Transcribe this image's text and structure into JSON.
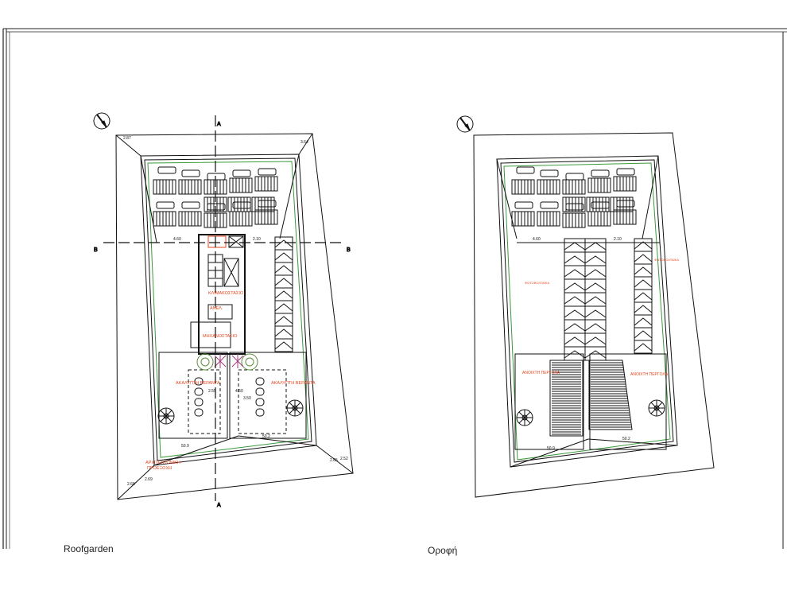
{
  "plans": {
    "left": {
      "caption": "Roofgarden",
      "dims": {
        "top_left": "4.60",
        "top_right": "2.10",
        "bottom_left": "50.9",
        "bottom_right": "50.2",
        "side_a": "2.87",
        "side_b": "3.64",
        "side_c": "2.52",
        "side_d": "2.68",
        "corner_a": "2.69",
        "corner_b": "2.65"
      },
      "labels": {
        "stairs": "ΚΛΙΜΑΚΟΣΤΑΣΙΟ",
        "lift": "ΑΝΕΛ.",
        "machine_room": "ΜΗΧΑΝΟΣΤΑΣΙΟ",
        "terrace_left": "ΑΚΑΛΥΠΤΗ ΒΕΡΑΝΤΑ",
        "terrace_right": "ΑΚΑΛΥΠΤΗ ΒΕΡΑΝΤΑ",
        "setback_a": "ΑΡΧΙΤΕΚΤΟΝΙΚΗ",
        "setback_b": "ΠΡΟΕΞΟΧΗ",
        "inner_dim_a": "3.50",
        "inner_dim_b": "4.50",
        "inner_dim_c": "2.55"
      },
      "section": "A"
    },
    "right": {
      "caption": "Οροφή",
      "dims": {
        "top_left": "4.60",
        "top_right": "2.10",
        "bottom_left": "50.9",
        "bottom_right": "50.2"
      },
      "labels": {
        "pv_left": "ΦΩΤΟΒΟΛΤΑΪΚΑ",
        "pv_right": "ΦΩΤΟΒΟΛΤΑΪΚΑ",
        "pergola_left": "ΑΝΟΙΧΤΗ ΠΕΡΓΟΛΑ",
        "pergola_right": "ΑΝΟΙΧΤΗ ΠΕΡΓΟΛΑ"
      }
    }
  },
  "colors": {
    "line": "#111111",
    "annotation": "#e8461e",
    "green": "#3a9a3a",
    "tree": "#5b8f3c",
    "flower": "#a03a7a"
  }
}
